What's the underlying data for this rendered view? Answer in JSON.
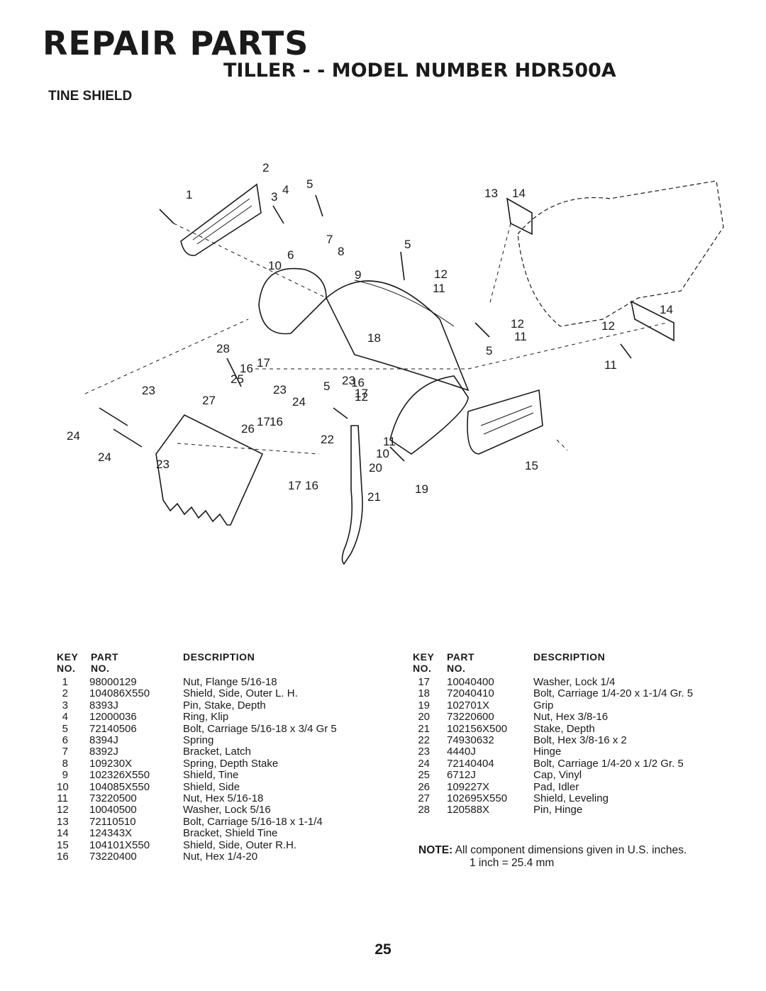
{
  "header": {
    "title": "REPAIR PARTS",
    "subtitle": "TILLER - - MODEL NUMBER HDR500A",
    "section": "TINE SHIELD"
  },
  "diagram": {
    "callouts": [
      "1",
      "2",
      "3",
      "4",
      "5",
      "5",
      "5",
      "5",
      "6",
      "7",
      "8",
      "9",
      "10",
      "10",
      "11",
      "11",
      "11",
      "11",
      "12",
      "12",
      "12",
      "12",
      "13",
      "14",
      "14",
      "15",
      "16",
      "16",
      "16",
      "16",
      "17",
      "17",
      "17",
      "17",
      "18",
      "19",
      "20",
      "21",
      "22",
      "23",
      "23",
      "23",
      "23",
      "24",
      "24",
      "24",
      "25",
      "26",
      "27",
      "28"
    ]
  },
  "table_headers": {
    "key": "KEY",
    "no": "NO.",
    "part": "PART",
    "part_no": "NO.",
    "description": "DESCRIPTION"
  },
  "parts_left": [
    {
      "key": "1",
      "part": "98000129",
      "desc": "Nut, Flange 5/16-18"
    },
    {
      "key": "2",
      "part": "104086X550",
      "desc": "Shield, Side, Outer L. H."
    },
    {
      "key": "3",
      "part": "8393J",
      "desc": "Pin, Stake, Depth"
    },
    {
      "key": "4",
      "part": "12000036",
      "desc": "Ring, Klip"
    },
    {
      "key": "5",
      "part": "72140506",
      "desc": "Bolt, Carriage 5/16-18 x 3/4 Gr 5"
    },
    {
      "key": "6",
      "part": "8394J",
      "desc": "Spring"
    },
    {
      "key": "7",
      "part": "8392J",
      "desc": "Bracket, Latch"
    },
    {
      "key": "8",
      "part": "109230X",
      "desc": "Spring, Depth Stake"
    },
    {
      "key": "9",
      "part": "102326X550",
      "desc": "Shield, Tine"
    },
    {
      "key": "10",
      "part": "104085X550",
      "desc": "Shield, Side"
    },
    {
      "key": "11",
      "part": "73220500",
      "desc": "Nut, Hex 5/16-18"
    },
    {
      "key": "12",
      "part": "10040500",
      "desc": "Washer, Lock 5/16"
    },
    {
      "key": "13",
      "part": "72110510",
      "desc": "Bolt, Carriage 5/16-18 x 1-1/4"
    },
    {
      "key": "14",
      "part": "124343X",
      "desc": "Bracket, Shield Tine"
    },
    {
      "key": "15",
      "part": "104101X550",
      "desc": "Shield, Side, Outer R.H."
    },
    {
      "key": "16",
      "part": "73220400",
      "desc": "Nut, Hex 1/4-20"
    }
  ],
  "parts_right": [
    {
      "key": "17",
      "part": "10040400",
      "desc": "Washer, Lock 1/4"
    },
    {
      "key": "18",
      "part": "72040410",
      "desc": "Bolt, Carriage 1/4-20 x 1-1/4 Gr. 5"
    },
    {
      "key": "19",
      "part": "102701X",
      "desc": "Grip"
    },
    {
      "key": "20",
      "part": "73220600",
      "desc": "Nut, Hex 3/8-16"
    },
    {
      "key": "21",
      "part": "102156X500",
      "desc": "Stake, Depth"
    },
    {
      "key": "22",
      "part": "74930632",
      "desc": "Bolt, Hex 3/8-16 x 2"
    },
    {
      "key": "23",
      "part": "4440J",
      "desc": "Hinge"
    },
    {
      "key": "24",
      "part": "72140404",
      "desc": "Bolt, Carriage 1/4-20 x 1/2 Gr. 5"
    },
    {
      "key": "25",
      "part": "6712J",
      "desc": "Cap, Vinyl"
    },
    {
      "key": "26",
      "part": "109227X",
      "desc": "Pad, Idler"
    },
    {
      "key": "27",
      "part": "102695X550",
      "desc": "Shield, Leveling"
    },
    {
      "key": "28",
      "part": "120588X",
      "desc": "Pin, Hinge"
    }
  ],
  "note": {
    "label": "NOTE:",
    "text": "All component dimensions given in U.S. inches.",
    "conversion": "1 inch = 25.4 mm"
  },
  "page_number": "25"
}
